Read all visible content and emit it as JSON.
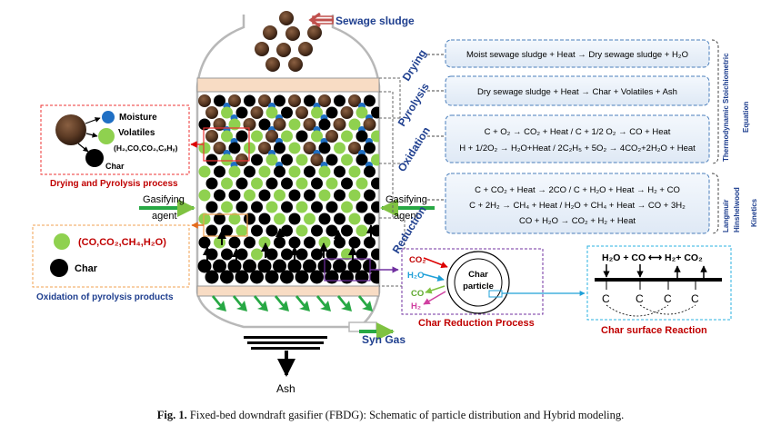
{
  "labels": {
    "sewage_sludge": "Sewage sludge",
    "gasifying_agent_left_1": "Gasifying",
    "gasifying_agent_left_2": "agent",
    "gasifying_agent_right_1": "Gasifying",
    "gasifying_agent_right_2": "agent",
    "syn_gas": "Syn Gas",
    "ash": "Ash"
  },
  "zones": {
    "drying": "Drying",
    "pyrolysis": "Pyrolysis",
    "oxidation": "Oxidation",
    "reduction": "Reduction"
  },
  "reactions": {
    "drying": "Moist sewage sludge + Heat → Dry sewage sludge + H₂O",
    "pyrolysis": "Dry sewage sludge + Heat → Char + Volatiles + Ash",
    "oxidation_1": "C + O₂ → CO₂ + Heat / C + 1/2 O₂ → CO + Heat",
    "oxidation_2": "H + 1/2O₂ → H₂O+Heat / 2C₂H₅ + 5O₂ → 4CO₂+2H₂O + Heat",
    "reduction_1": "C + CO₂ + Heat → 2CO / C + H₂O + Heat → H₂ + CO",
    "reduction_2": "C + 2H₂ → CH₄ + Heat / H₂O + CH₄ + Heat → CO + 3H₂",
    "reduction_3": "CO + H₂O → CO₂ + H₂ + Heat"
  },
  "side_labels": {
    "thermo_1": "Thermodynamic Stoichiometric",
    "thermo_2": "Equation",
    "kinetics_1": "Langmuir",
    "kinetics_2": "Hinshelwood",
    "kinetics_3": "Kinetics"
  },
  "drying_pyrolysis_box": {
    "moisture": "Moisture",
    "volatiles": "Volatiles",
    "volatiles_formula": "(H₂,CO,CO₂,CₓHᵧ)",
    "char": "Char",
    "title": "Drying and Pyrolysis process"
  },
  "oxidation_box": {
    "gases": "(CO,CO₂,CH₄,H₂O)",
    "char": "Char",
    "title": "Oxidation of pyrolysis products"
  },
  "char_reduction_box": {
    "co2": "CO₂",
    "h2o": "H₂O",
    "co": "CO",
    "h2": "H₂",
    "particle_1": "Char",
    "particle_2": "particle",
    "title": "Char Reduction Process"
  },
  "char_surface_box": {
    "equation": "H₂O + CO ⟷ H₂+ CO₂",
    "c": "C",
    "title": "Char surface Reaction"
  },
  "caption": {
    "fig": "Fig. 1.",
    "text": "Fixed-bed downdraft gasifier (FBDG): Schematic of particle distribution and Hybrid modeling."
  },
  "colors": {
    "char": "#000000",
    "sludge": "#5b3a24",
    "moisture": "#1f6fc4",
    "volatiles": "#8fd14f",
    "orange_arrow": "#e46c1f",
    "green_arrow": "#27a844",
    "red_title": "#c00000",
    "blue_title": "#1f3f8f",
    "purple_border": "#7030a0",
    "cyan_border": "#2ab0e0"
  }
}
